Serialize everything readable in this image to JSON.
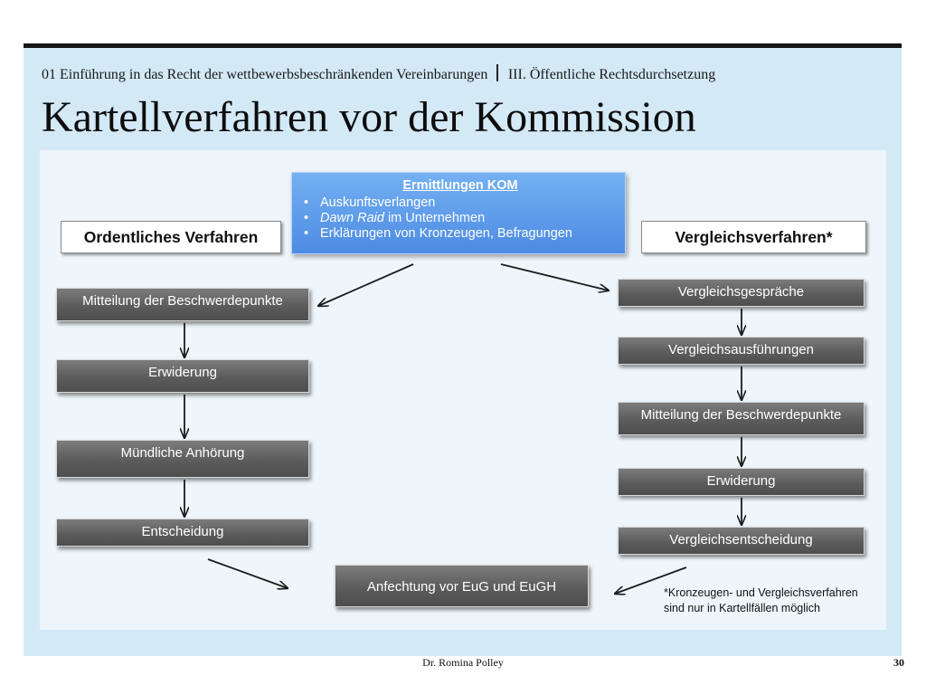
{
  "header": {
    "breadcrumb_left": "01 Einführung in das Recht der wettbewerbsbeschränkenden Vereinbarungen",
    "breadcrumb_right": "III. Öffentliche Rechtsdurchsetzung",
    "title": "Kartellverfahren vor der Kommission"
  },
  "investigation": {
    "title": "Ermittlungen KOM",
    "items": [
      {
        "italic": "",
        "text": "Auskunftsverlangen"
      },
      {
        "italic": "Dawn Raid",
        "text": " im Unternehmen"
      },
      {
        "italic": "",
        "text": "Erklärungen von Kronzeugen, Befragungen"
      }
    ]
  },
  "ordinary": {
    "label": "Ordentliches Verfahren",
    "steps": [
      "Mitteilung der Beschwerdepunkte",
      "Erwiderung",
      "Mündliche Anhörung",
      "Entscheidung"
    ]
  },
  "settlement": {
    "label": "Vergleichsverfahren*",
    "steps": [
      "Vergleichsgespräche",
      "Vergleichsausführungen",
      "Mitteilung der Beschwerdepunkte",
      "Erwiderung",
      "Vergleichsentscheidung"
    ]
  },
  "appeal": {
    "label": "Anfechtung vor EuG und EuGH"
  },
  "note": {
    "line1": "*Kronzeugen- und Vergleichsverfahren",
    "line2": "sind nur in Kartellfällen möglich"
  },
  "footer": {
    "author": "Dr. Romina Polley",
    "page": "30"
  },
  "colors": {
    "slide_background": "#d3e9f6",
    "content_background": "#eef6fb",
    "investigation_box": "#5e9cea",
    "step_box": "#5f5f5f",
    "top_rule": "#161616"
  }
}
